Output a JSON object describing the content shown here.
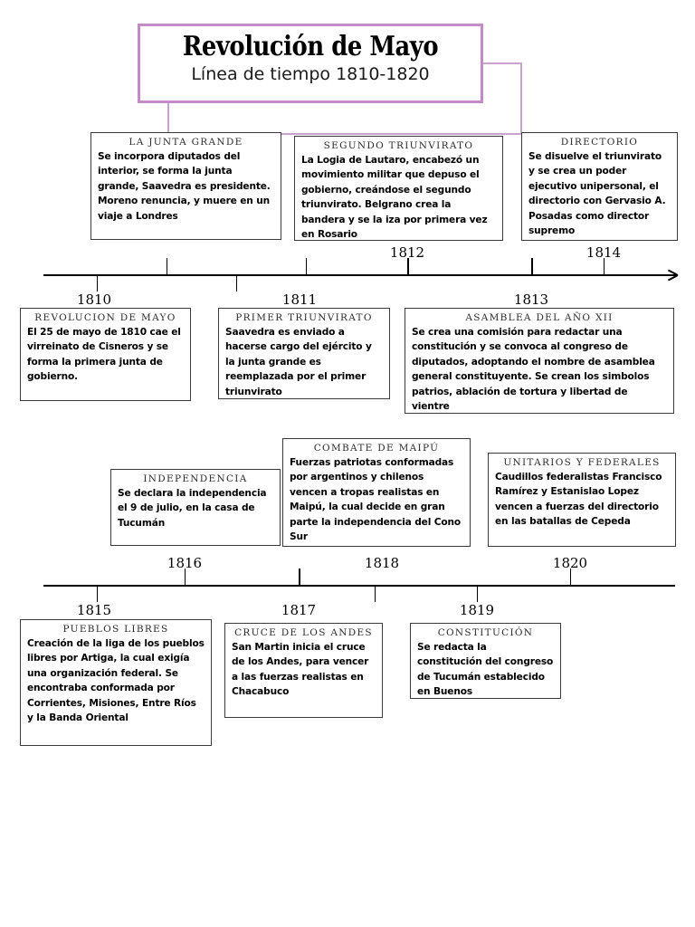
{
  "title": {
    "main": "Revolución de Mayo",
    "subtitle": "Línea de tiempo 1810-1820",
    "frame_color": "#c58bc9",
    "shadow_color": "#c7a4ce"
  },
  "timeline_1": {
    "years": [
      "1810",
      "1811",
      "1812",
      "1813",
      "1814"
    ],
    "has_arrow": true
  },
  "timeline_2": {
    "years": [
      "1815",
      "1816",
      "1817",
      "1818",
      "1819",
      "1820"
    ],
    "has_arrow": false
  },
  "events": [
    {
      "id": "la-junta-grande",
      "heading": "LA JUNTA GRANDE",
      "body": "Se incorpora diputados del interior, se forma la junta grande, Saavedra es presidente. Moreno renuncia, y muere en un viaje a Londres",
      "position": "above",
      "year": "1811"
    },
    {
      "id": "segundo-triunvirato",
      "heading": "SEGUNDO TRIUNVIRATO",
      "body": "La Logia de Lautaro, encabezó un movimiento militar que depuso el gobierno, creándose el segundo triunvirato. Belgrano crea la bandera y se la iza por primera vez en Rosario",
      "position": "above",
      "year": "1812"
    },
    {
      "id": "directorio",
      "heading": "DIRECTORIO",
      "body": "Se disuelve el triunvirato y se crea un poder ejecutivo unipersonal, el directorio con Gervasio A. Posadas como director supremo",
      "position": "above",
      "year": "1814"
    },
    {
      "id": "revolucion-de-mayo",
      "heading": "REVOLUCION DE MAYO",
      "body": "El 25 de mayo de 1810 cae el virreinato de Cisneros y se forma la primera junta de gobierno.",
      "position": "below",
      "year": "1810"
    },
    {
      "id": "primer-triunvirato",
      "heading": "PRIMER TRIUNVIRATO",
      "body": "Saavedra es enviado a hacerse cargo del ejército y la junta grande es reemplazada por el primer triunvirato",
      "position": "below",
      "year": "1811"
    },
    {
      "id": "asamblea-del-ano-xii",
      "heading": "ASAMBLEA DEL AÑO XII",
      "body": "Se crea una comisión para redactar una constitución y se convoca al congreso de diputados, adoptando el nombre de asamblea general constituyente. Se crean los simbolos patrios, ablación de tortura y libertad de vientre",
      "position": "below",
      "year": "1813"
    },
    {
      "id": "independencia",
      "heading": "INDEPENDENCIA",
      "body": "Se declara la independencia el 9 de julio, en la casa de Tucumán",
      "position": "above",
      "year": "1816"
    },
    {
      "id": "combate-de-maipu",
      "heading": "COMBATE DE MAIPÚ",
      "body": "Fuerzas patriotas conformadas por argentinos y chilenos vencen a tropas realistas en Maipú, la cual decide en gran parte la independencia del Cono Sur",
      "position": "above",
      "year": "1818"
    },
    {
      "id": "unitarios-y-federales",
      "heading": "UNITARIOS Y FEDERALES",
      "body": "Caudillos federalistas Francisco Ramírez y Estanislao Lopez vencen a fuerzas del directorio en las batallas de Cepeda",
      "position": "above",
      "year": "1820"
    },
    {
      "id": "pueblos-libres",
      "heading": "PUEBLOS LIBRES",
      "body": "Creación de la liga de los pueblos libres por Artiga, la cual exigía una organización federal. Se encontraba conformada por Corrientes, Misiones, Entre Ríos y la Banda Oriental",
      "position": "below",
      "year": "1815"
    },
    {
      "id": "cruce-de-los-andes",
      "heading": "CRUCE DE LOS ANDES",
      "body": "San Martin inicia el cruce de los Andes, para vencer a las fuerzas realistas en Chacabuco",
      "position": "below",
      "year": "1817"
    },
    {
      "id": "constitucion",
      "heading": "CONSTITUCIÓN",
      "body": "Se redacta la constitución del congreso de Tucumán establecido en Buenos",
      "position": "below",
      "year": "1819"
    }
  ]
}
